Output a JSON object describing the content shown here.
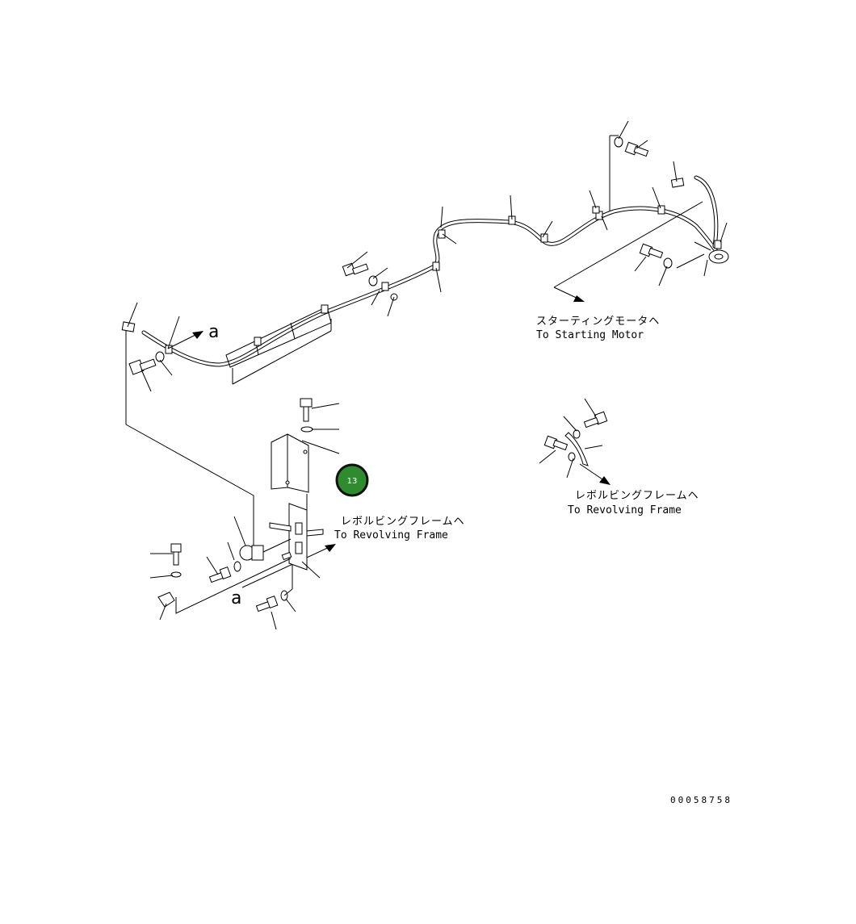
{
  "labels": {
    "starting_motor_jp": "スターティングモータヘ",
    "starting_motor_en": "To Starting Motor",
    "revolving_frame_right_jp": "レボルビングフレームヘ",
    "revolving_frame_right_en": "To Revolving Frame",
    "revolving_frame_left_jp": "レボルビングフレームヘ",
    "revolving_frame_left_en": "To Revolving Frame",
    "ref_a_top": "a",
    "ref_a_bottom": "a"
  },
  "badge": {
    "number": "13",
    "color": "#2e8b2e"
  },
  "document_number": "00058758"
}
